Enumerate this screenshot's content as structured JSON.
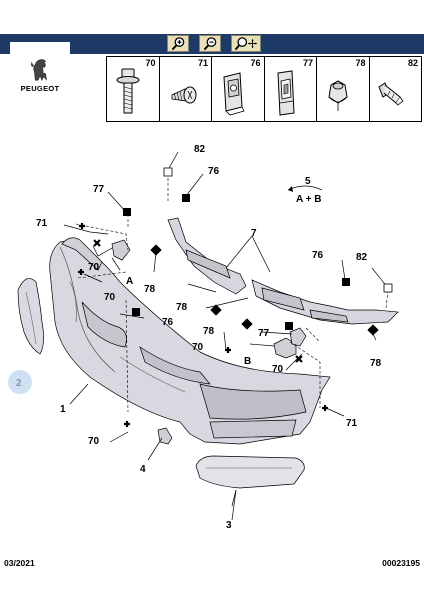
{
  "brand": {
    "name": "PEUGEOT"
  },
  "toolbar": {
    "buttons": [
      {
        "name": "zoom-in",
        "icon": "magnifier-plus-icon"
      },
      {
        "name": "zoom-out",
        "icon": "magnifier-minus-icon"
      },
      {
        "name": "zoom-pan",
        "icon": "magnifier-move-icon"
      }
    ]
  },
  "parts": [
    {
      "number": "70",
      "icon": "flange-bolt-icon"
    },
    {
      "number": "71",
      "icon": "screw-icon"
    },
    {
      "number": "76",
      "icon": "clip-nut-icon"
    },
    {
      "number": "77",
      "icon": "spring-clip-icon"
    },
    {
      "number": "78",
      "icon": "push-nut-icon"
    },
    {
      "number": "82",
      "icon": "rivet-icon"
    }
  ],
  "callouts": {
    "c82a": "82",
    "c76a": "76",
    "c5": "5",
    "c5sub": "A + B",
    "c77a": "77",
    "c71a": "71",
    "c7": "7",
    "c70a": "70",
    "cA": "A",
    "c78a": "78",
    "c76b": "76",
    "c82b": "82",
    "c70b": "70",
    "c78b": "78",
    "c76c": "76",
    "c78c": "78",
    "c77b": "77",
    "c2": "2",
    "c70c": "70",
    "cB": "B",
    "c78d": "78",
    "c70d": "70",
    "c1": "1",
    "c71b": "71",
    "c70e": "70",
    "c4": "4",
    "c3": "3"
  },
  "footer": {
    "date": "03/2021",
    "ref": "00023195"
  }
}
